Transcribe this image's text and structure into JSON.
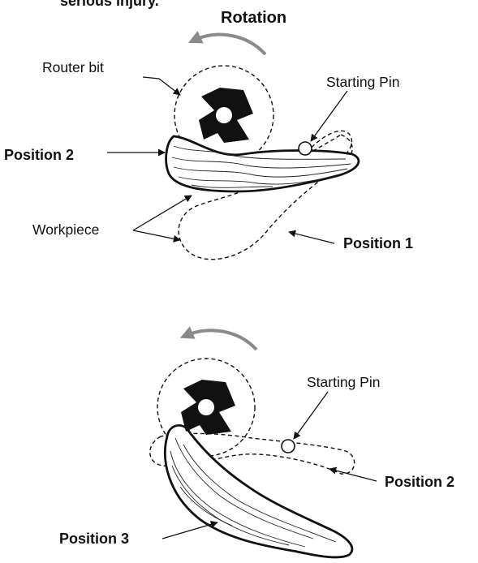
{
  "header": {
    "partial_text": "serious injury.",
    "rotation_label": "Rotation"
  },
  "top_figure": {
    "router_bit_label": "Router bit",
    "starting_pin_label": "Starting Pin",
    "position_2_label": "Position 2",
    "workpiece_label": "Workpiece",
    "position_1_label": "Position 1"
  },
  "bottom_figure": {
    "starting_pin_label": "Starting Pin",
    "position_2_label": "Position 2",
    "position_3_label": "Position 3"
  },
  "colors": {
    "line": "#111111",
    "rotation_arrow": "#8a8a8a",
    "cutter": "#111111"
  }
}
